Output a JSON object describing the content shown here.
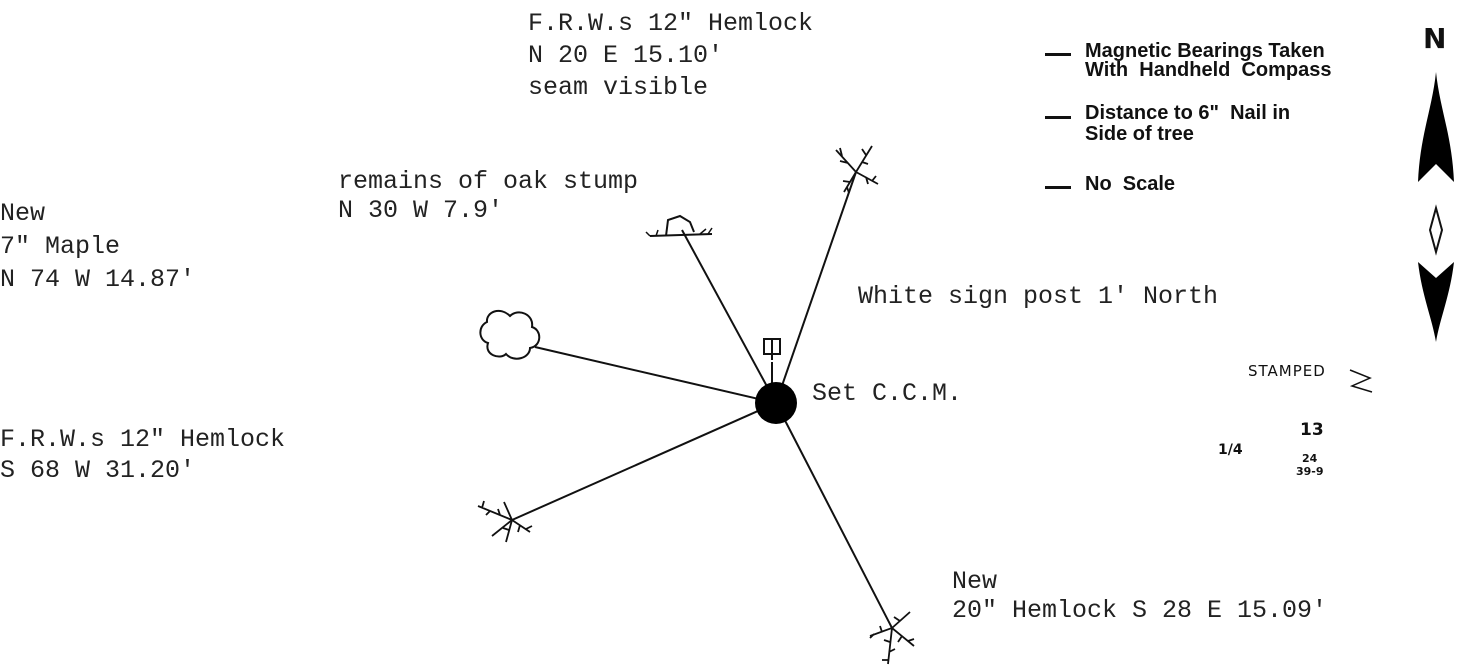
{
  "labels": {
    "top_1": "F.R.W.s 12\" Hemlock",
    "top_2": "N 20 E 15.10'",
    "top_3": "seam visible",
    "oak_1": "remains of oak stump",
    "oak_2": "N 30 W 7.9'",
    "maple_1": "New",
    "maple_2": "7\" Maple",
    "maple_3": "N 74 W 14.87'",
    "sign": "White sign post 1' North",
    "center": "Set C.C.M.",
    "left_1": "F.R.W.s 12\" Hemlock",
    "left_2": "S 68 W 31.20'",
    "bottom_1": "New",
    "bottom_2": "20\" Hemlock S 28 E 15.09'"
  },
  "legend": {
    "item_1a": "Magnetic Bearings Taken",
    "item_1b": "With  Handheld  Compass",
    "item_2a": "Distance to 6\"  Nail in",
    "item_2b": "Side of tree",
    "item_3": "No  Scale"
  },
  "north": {
    "letter": "N"
  },
  "stamp": {
    "word": "STAMPED",
    "top": "13",
    "left": "1/4",
    "mid": "24",
    "bottom": "39-9"
  },
  "colors": {
    "ink": "#111111",
    "paper": "#ffffff"
  }
}
